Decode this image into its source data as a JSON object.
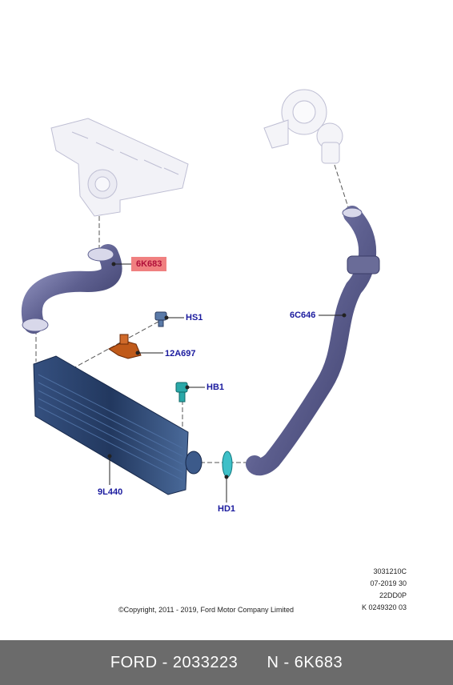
{
  "parts": {
    "p6K683": "6K683",
    "p6C646": "6C646",
    "pHS1": "HS1",
    "p12A697": "12A697",
    "pHB1": "HB1",
    "p9L440": "9L440",
    "pHD1": "HD1"
  },
  "meta": {
    "line1": "3031210C",
    "line2": "07-2019 30",
    "line3": "22DD0P",
    "line4": "K 0249320 03"
  },
  "copyright": "©Copyright, 2011 - 2019, Ford Motor Company Limited",
  "footer": {
    "brand_part": "FORD - 2033223",
    "ref": "N - 6K683"
  },
  "colors": {
    "label": "#1a1a9e",
    "highlight_bg": "#f08080",
    "highlight_text": "#b0103a",
    "footer_bg": "#6b6b6b",
    "hose": "#6a6c98",
    "intercooler": "#2f4a7a"
  },
  "icons": {
    "manifold": "exhaust-manifold-icon",
    "turbo": "turbocharger-icon",
    "intercooler": "intercooler-icon",
    "clip": "hose-clamp-icon"
  }
}
